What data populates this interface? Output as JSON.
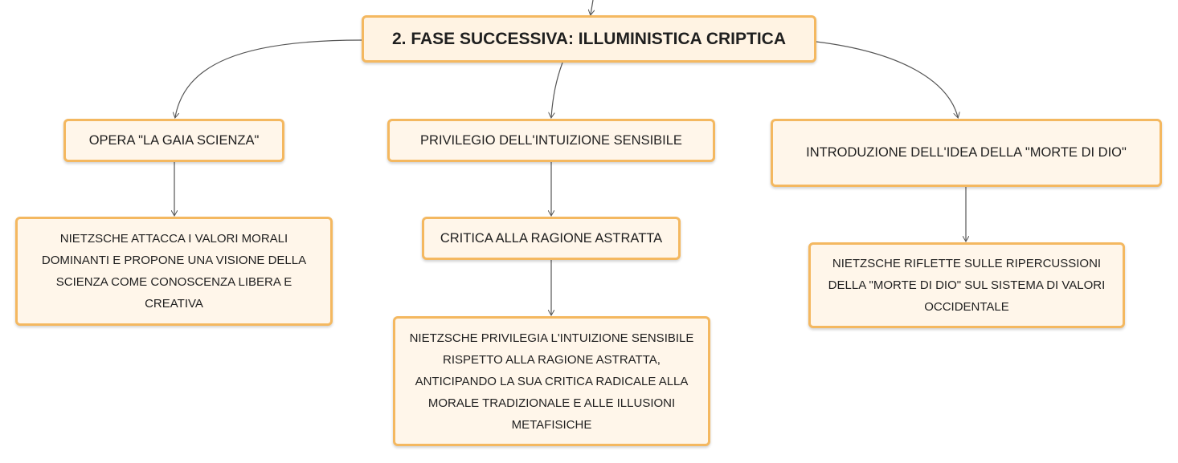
{
  "mindmap": {
    "root": {
      "label": "2. FASE SUCCESSIVA: ILLUMINISTICA CRIPTICA"
    },
    "branches": [
      {
        "label": "OPERA \"LA GAIA SCIENZA\"",
        "children": [
          {
            "label": "NIETZSCHE ATTACCA I VALORI MORALI DOMINANTI E PROPONE UNA VISIONE DELLA SCIENZA COME CONOSCENZA LIBERA E CREATIVA"
          }
        ]
      },
      {
        "label": "PRIVILEGIO DELL'INTUIZIONE SENSIBILE",
        "children": [
          {
            "label": "CRITICA ALLA RAGIONE ASTRATTA",
            "children": [
              {
                "label": "NIETZSCHE PRIVILEGIA L'INTUIZIONE SENSIBILE RISPETTO ALLA RAGIONE ASTRATTA, ANTICIPANDO LA SUA CRITICA RADICALE ALLA MORALE TRADIZIONALE E ALLE ILLUSIONI METAFISICHE"
              }
            ]
          }
        ]
      },
      {
        "label": "INTRODUZIONE DELL'IDEA DELLA \"MORTE DI DIO\"",
        "children": [
          {
            "label": "NIETZSCHE RIFLETTE SULLE RIPERCUSSIONI DELLA \"MORTE DI DIO\" SUL SISTEMA DI VALORI OCCIDENTALE"
          }
        ]
      }
    ]
  },
  "colors": {
    "node_fill": "#fff6ea",
    "node_border": "#f4b860",
    "connector": "#555555",
    "text": "#1f1f1f"
  }
}
